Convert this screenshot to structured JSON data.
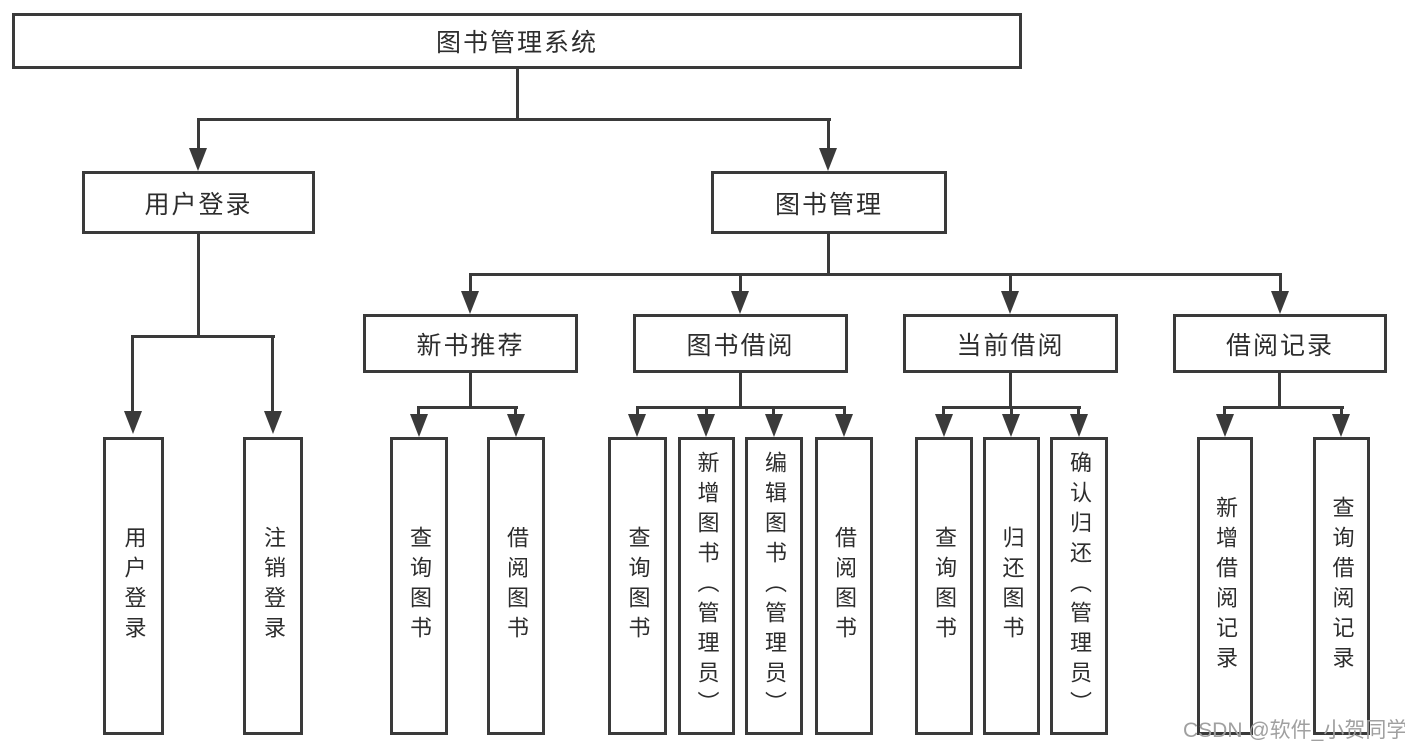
{
  "colors": {
    "line": "#3a3a3a",
    "text": "#2d2d2d",
    "background": "#ffffff",
    "watermark": "#a0a0a0"
  },
  "diagram": {
    "root": "图书管理系统",
    "level2": [
      "用户登录",
      "图书管理"
    ],
    "level3": [
      "新书推荐",
      "图书借阅",
      "当前借阅",
      "借阅记录"
    ],
    "leaves": [
      "用户登录",
      "注销登录",
      "查询图书",
      "借阅图书",
      "查询图书",
      "新增图书（管理员）",
      "编辑图书（管理员）",
      "借阅图书",
      "查询图书",
      "归还图书",
      "确认归还（管理员）",
      "新增借阅记录",
      "查询借阅记录"
    ]
  },
  "watermark": "CSDN @软件_小贺同学"
}
